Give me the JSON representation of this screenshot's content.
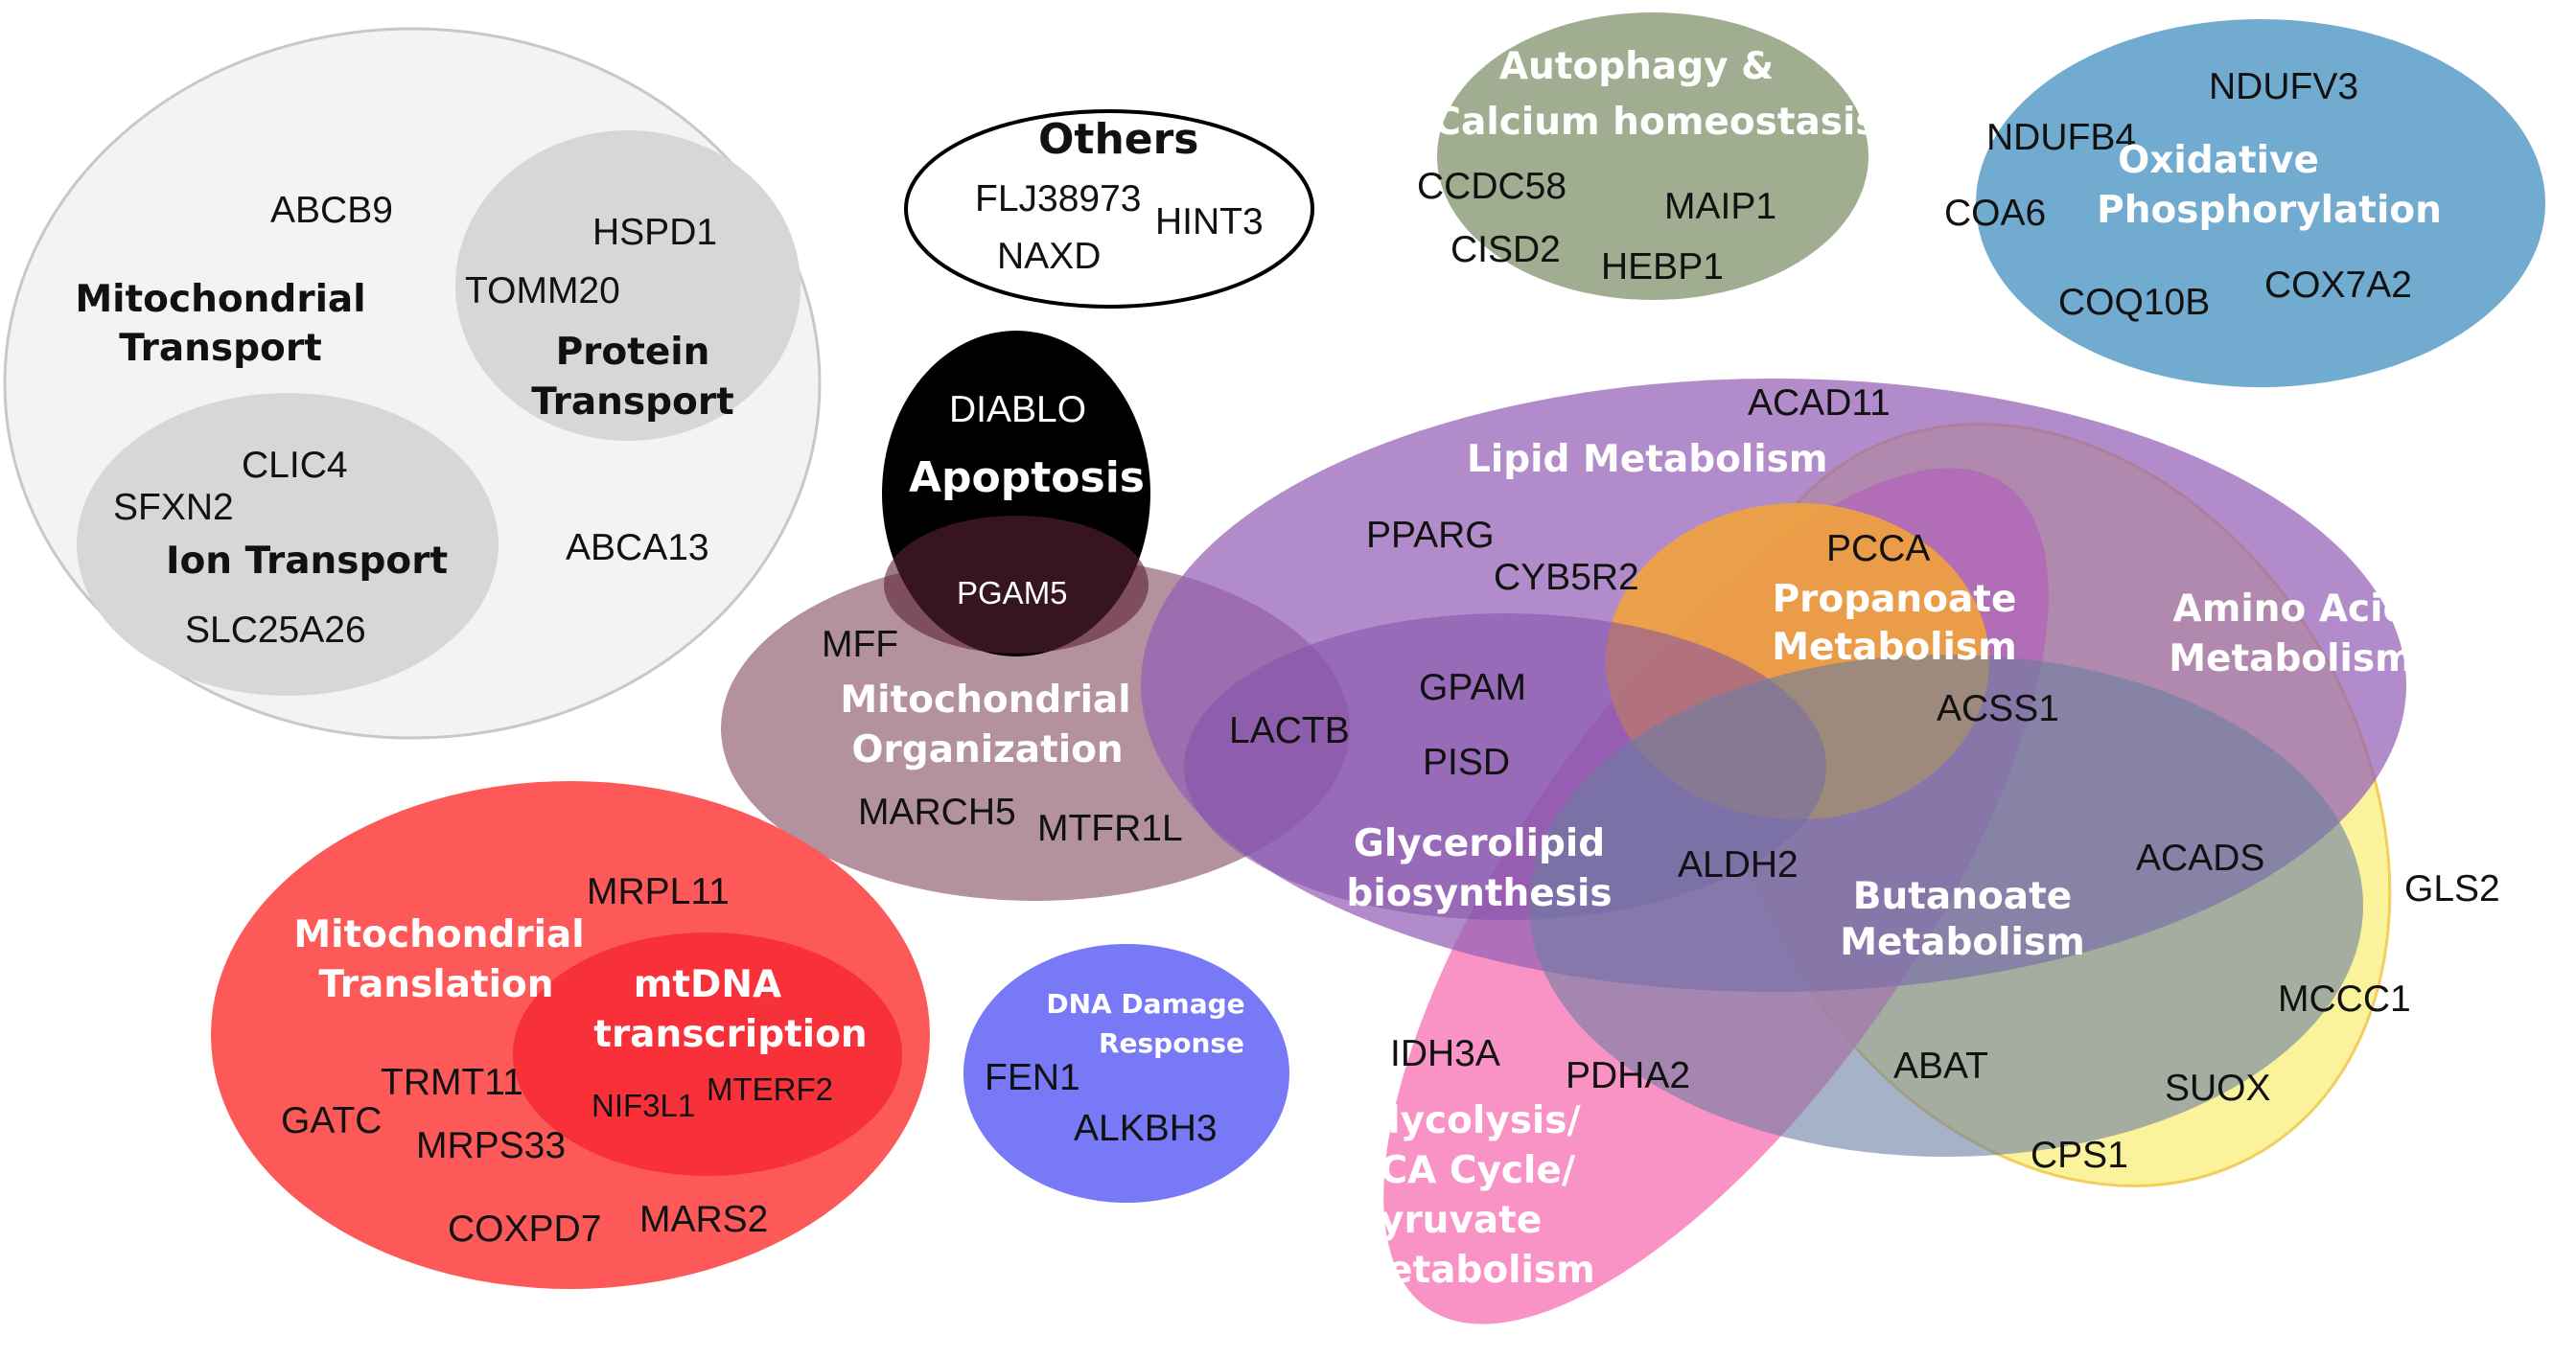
{
  "groups": {
    "mito_transport": "Mitochondrial Transport",
    "protein_transport": "Protein Transport",
    "ion_transport": "Ion Transport",
    "others": "Others",
    "apoptosis": "Apoptosis",
    "autophagy": "Autophagy & Calcium homeostasis",
    "oxphos": "Oxidative Phosphorylation",
    "lipid": "Lipid Metabolism",
    "mito_org": "Mitochondrial Organization",
    "propanoate": "Propanoate Metabolism",
    "amino_acid": "Amino Acid Metabolism",
    "glycerolipid": "Glycerolipid biosynthesis",
    "butanoate": "Butanoate Metabolism",
    "mito_translation": "Mitochondrial Translation",
    "mtdna": "mtDNA transcription",
    "dna_damage": "DNA Damage Response",
    "glycolysis": "Glycolysis/ TCA Cycle/ Pyruvate Metabolism"
  },
  "genes": {
    "abcb9": "ABCB9",
    "hspd1": "HSPD1",
    "tomm20": "TOMM20",
    "clic4": "CLIC4",
    "sfxn2": "SFXN2",
    "abca13": "ABCA13",
    "slc25a26": "SLC25A26",
    "flj38973": "FLJ38973",
    "hint3": "HINT3",
    "naxd": "NAXD",
    "diablo": "DIABLO",
    "pgam5": "PGAM5",
    "ccdc58": "CCDC58",
    "maip1": "MAIP1",
    "cisd2": "CISD2",
    "hebp1": "HEBP1",
    "ndufv3": "NDUFV3",
    "ndufb4": "NDUFB4",
    "coa6": "COA6",
    "coq10b": "COQ10B",
    "cox7a2": "COX7A2",
    "acad11": "ACAD11",
    "pparg": "PPARG",
    "cyb5r2": "CYB5R2",
    "pcca": "PCCA",
    "mff": "MFF",
    "lactb": "LACTB",
    "gpam": "GPAM",
    "acss1": "ACSS1",
    "pisd": "PISD",
    "march5": "MARCH5",
    "mtfr1l": "MTFR1L",
    "aldh2": "ALDH2",
    "acads": "ACADS",
    "gls2": "GLS2",
    "mrpl11": "MRPL11",
    "trmt11": "TRMT11",
    "nif3l1": "NIF3L1",
    "mterf2": "MTERF2",
    "gatc": "GATC",
    "mrps33": "MRPS33",
    "coxpd7": "COXPD7",
    "mars2": "MARS2",
    "fen1": "FEN1",
    "alkbh3": "ALKBH3",
    "idh3a": "IDH3A",
    "pdha2": "PDHA2",
    "abat": "ABAT",
    "mccc1": "MCCC1",
    "suox": "SUOX",
    "cps1": "CPS1"
  },
  "colors": {
    "transport_outer": "#f3f3f3",
    "transport_inner": "#d7d8d6",
    "apoptosis": "#000000",
    "autophagy": "#a1ad90",
    "oxphos": "#72abd0",
    "lipid": "#9460b6",
    "mito_org": "#a67e8e",
    "amino_acid": "#fbf28a",
    "glycolysis": "#f87ab8",
    "propanoate": "#f5a435",
    "glycerolipid": "#8251a7",
    "butanoate": "#6b7fa2",
    "translation": "#fd5958",
    "mtdna": "#f8303a",
    "dna_damage": "#7779f6"
  }
}
